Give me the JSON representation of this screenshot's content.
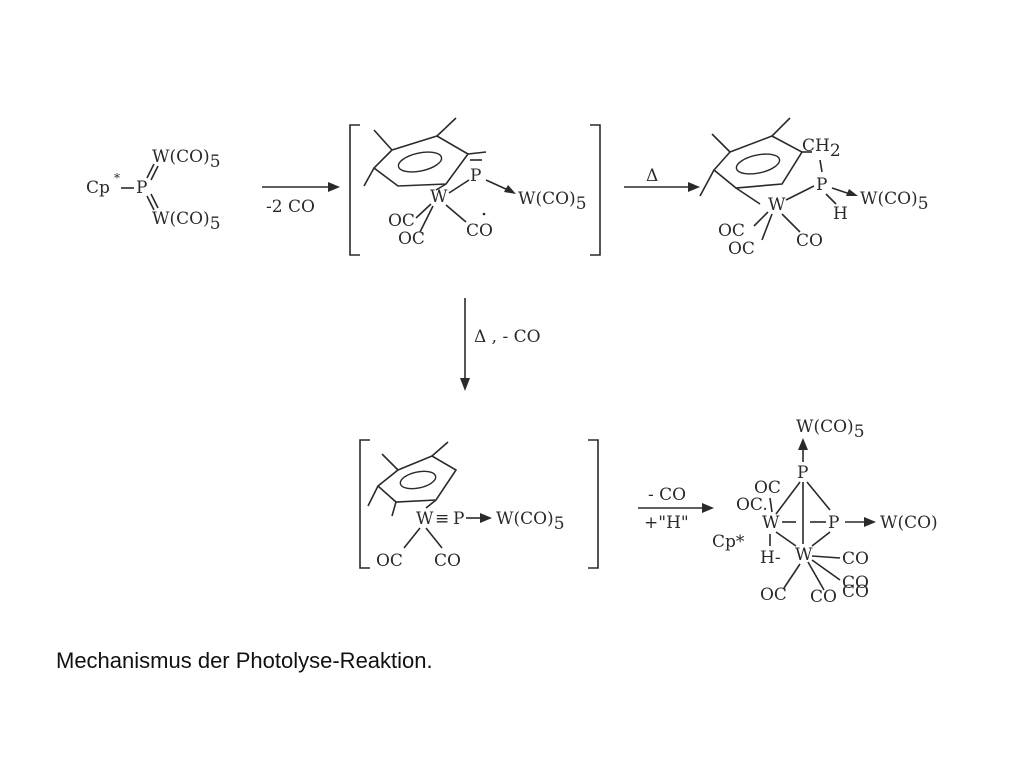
{
  "caption": "Mechanismus der Photolyse-Reaktion.",
  "start": {
    "cp": "Cp",
    "cp_star": "*",
    "p": "P",
    "wco": "W(CO)",
    "sub5": "5"
  },
  "step1": {
    "label": "-2 CO"
  },
  "int1": {
    "w": "W",
    "p": "P",
    "wco": "W(CO)",
    "sub5": "5",
    "oc1": "OC",
    "oc2": "OC",
    "co": "CO"
  },
  "step2": {
    "label": "Δ"
  },
  "prod1": {
    "ch": "CH",
    "sub2": "2",
    "p": "P",
    "h": "H",
    "w": "W",
    "wco": "W(CO)",
    "sub5": "5",
    "oc1": "OC",
    "oc2": "OC",
    "co": "CO"
  },
  "step3": {
    "label": "Δ , - CO"
  },
  "int2": {
    "w": "W",
    "triple": "≡",
    "p": "P",
    "wco": "W(CO)",
    "sub5": "5",
    "oc": "OC",
    "co": "CO"
  },
  "step4": {
    "label_top": "- CO",
    "label_bottom": "+\"H\""
  },
  "prod2": {
    "wco_top": "W(CO)",
    "sub5": "5",
    "p_top": "P",
    "oc1": "OC",
    "oc2": "OC.",
    "w1": "W",
    "p_right": "P",
    "wco_right": "W(CO)",
    "cp": "Cp*",
    "h": "H-",
    "w2": "W",
    "co1": "CO",
    "co2": "CO",
    "oc3": "OC",
    "co3": "CO",
    "co4": "CO"
  }
}
